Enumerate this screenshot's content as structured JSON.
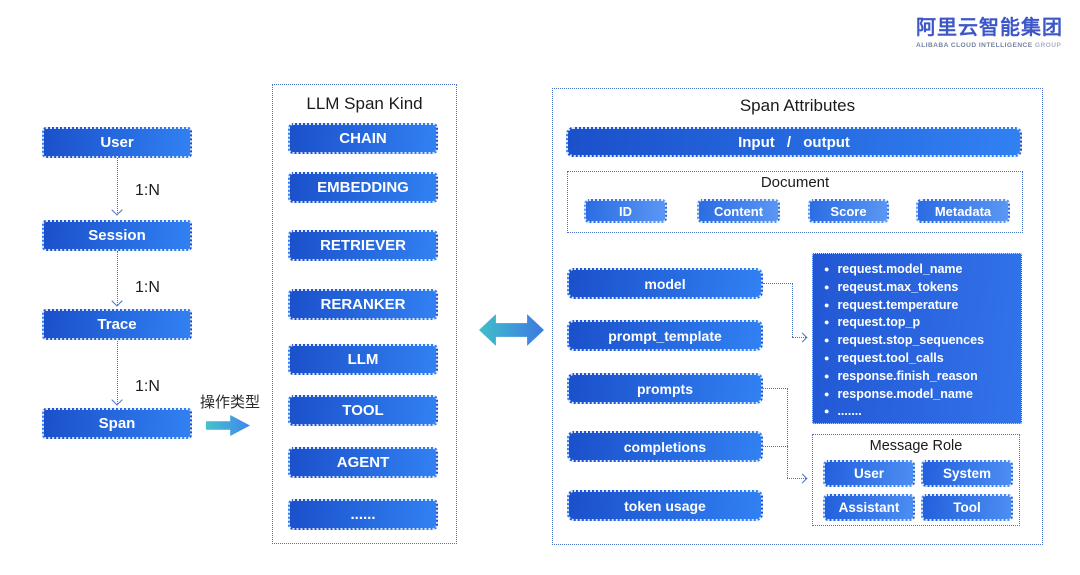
{
  "logo": {
    "zh": "阿里云智能集团",
    "en_main": "ALIBABA CLOUD INTELLIGENCE",
    "en_light": "GROUP"
  },
  "hierarchy": {
    "nodes": [
      "User",
      "Session",
      "Trace",
      "Span"
    ],
    "edge_label": "1:N",
    "operation_label": "操作类型"
  },
  "span_kind": {
    "title": "LLM Span Kind",
    "items": [
      "CHAIN",
      "EMBEDDING",
      "RETRIEVER",
      "RERANKER",
      "LLM",
      "TOOL",
      "AGENT",
      "......"
    ]
  },
  "span_attributes": {
    "title": "Span Attributes",
    "io_bar": "Input / output",
    "document": {
      "title": "Document",
      "items": [
        "ID",
        "Content",
        "Score",
        "Metadata"
      ]
    },
    "fields": [
      "model",
      "prompt_template",
      "prompts",
      "completions",
      "token usage"
    ],
    "model_attributes": [
      "request.model_name",
      "reqeust.max_tokens",
      "request.temperature",
      "request.top_p",
      "request.stop_sequences",
      "request.tool_calls",
      "response.finish_reason",
      "response.model_name",
      "......."
    ],
    "message_role": {
      "title": "Message Role",
      "items": [
        "User",
        "System",
        "Assistant",
        "Tool"
      ]
    }
  },
  "colors": {
    "box_gradient_start": "#1b50cb",
    "box_gradient_end": "#3181f2",
    "attr_box_start": "#2257d4",
    "attr_box_end": "#3273ea",
    "panel_border": "#4a72c8",
    "teal_arrow_start": "#45c2cb",
    "teal_arrow_end": "#3f86ee",
    "logo_blue": "#3d56c8",
    "title_text": "#1b1b1b"
  }
}
